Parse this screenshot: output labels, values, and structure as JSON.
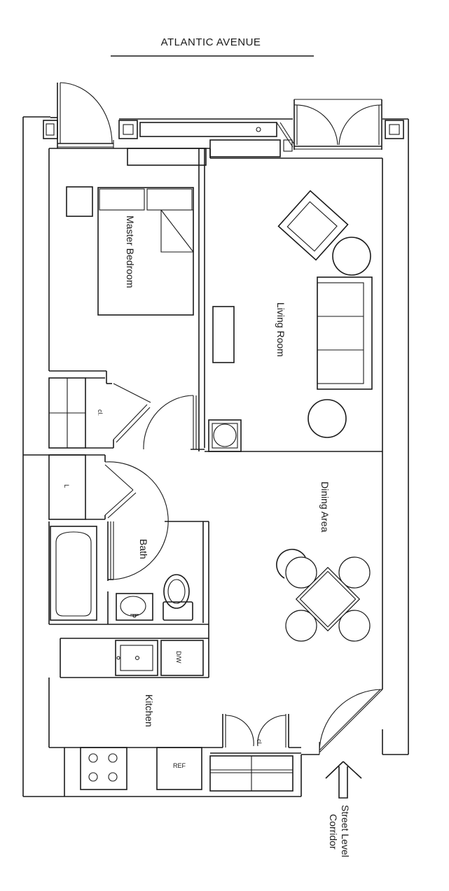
{
  "street": "ATLANTIC AVENUE",
  "rooms": {
    "master_bedroom": "Master Bedroom",
    "living_room": "Living Room",
    "dining_area": "Dining Area",
    "bath": "Bath",
    "kitchen": "Kitchen",
    "closet_bedroom": "cl.",
    "closet_kitchen": "cl.",
    "linen": "L"
  },
  "appliances": {
    "dishwasher": "D/W",
    "refrigerator": "REF"
  },
  "entrance": {
    "line1": "Street Level",
    "line2": "Corridor"
  }
}
